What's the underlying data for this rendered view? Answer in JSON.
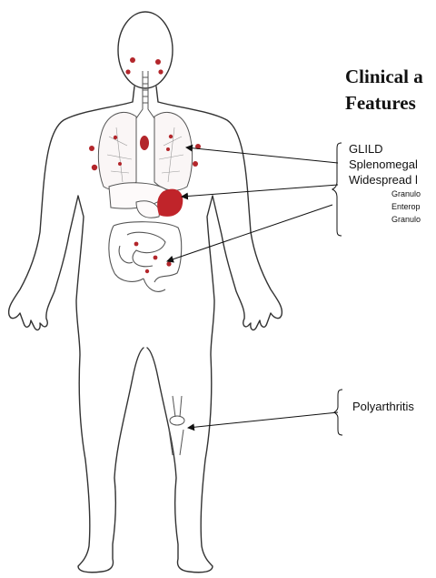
{
  "title": {
    "line1": "Clinical a",
    "line2": "Features"
  },
  "features": [
    {
      "label": "GLILD"
    },
    {
      "label": "Splenomegal"
    },
    {
      "label": "Widespread l"
    }
  ],
  "sub_features": [
    {
      "label": "Granulo"
    },
    {
      "label": "Enterop"
    },
    {
      "label": "Granulo"
    }
  ],
  "joint_feature": {
    "label": "Polyarthritis"
  },
  "colors": {
    "outline": "#333333",
    "lesion": "#b3262b",
    "spleen": "#c0242a",
    "line": "#111111"
  }
}
